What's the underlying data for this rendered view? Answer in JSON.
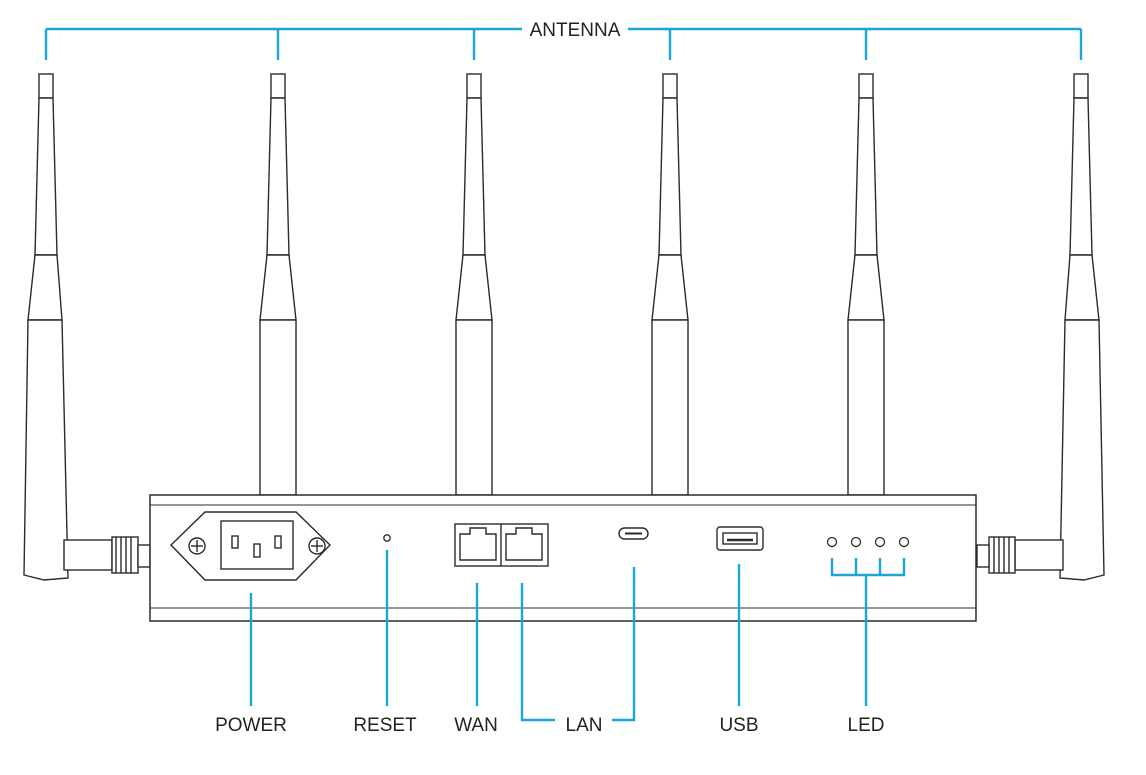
{
  "labels": {
    "antenna": "ANTENNA",
    "power": "POWER",
    "reset": "RESET",
    "wan": "WAN",
    "lan": "LAN",
    "usb": "USB",
    "led": "LED"
  },
  "colors": {
    "callout": "#1aa6d9",
    "outline": "#2b2b2b",
    "background": "#ffffff"
  },
  "counts": {
    "antennas": 6,
    "leds": 4
  }
}
